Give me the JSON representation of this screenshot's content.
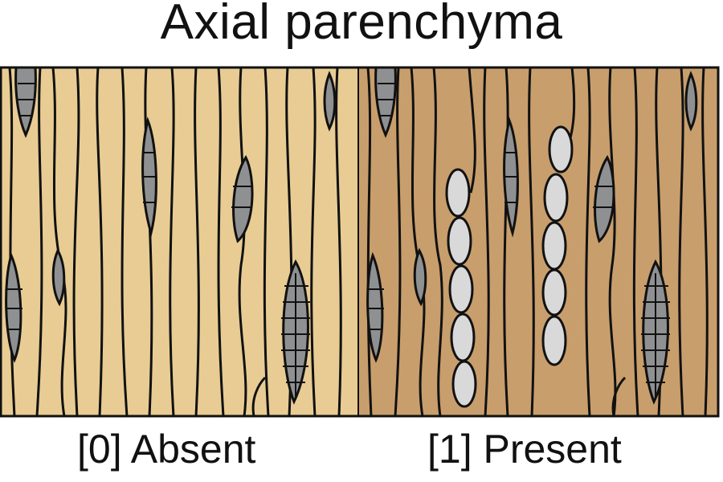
{
  "title": "Axial parenchyma",
  "panels": [
    {
      "label": "[0] Absent",
      "state": "absent",
      "background": "#e8cc93"
    },
    {
      "label": "[1] Present",
      "state": "present",
      "background": "#c89e6c"
    }
  ],
  "colors": {
    "ray_cells": "#8f9092",
    "parenchyma_cells": "#d9d9d9",
    "outline": "#111111"
  }
}
